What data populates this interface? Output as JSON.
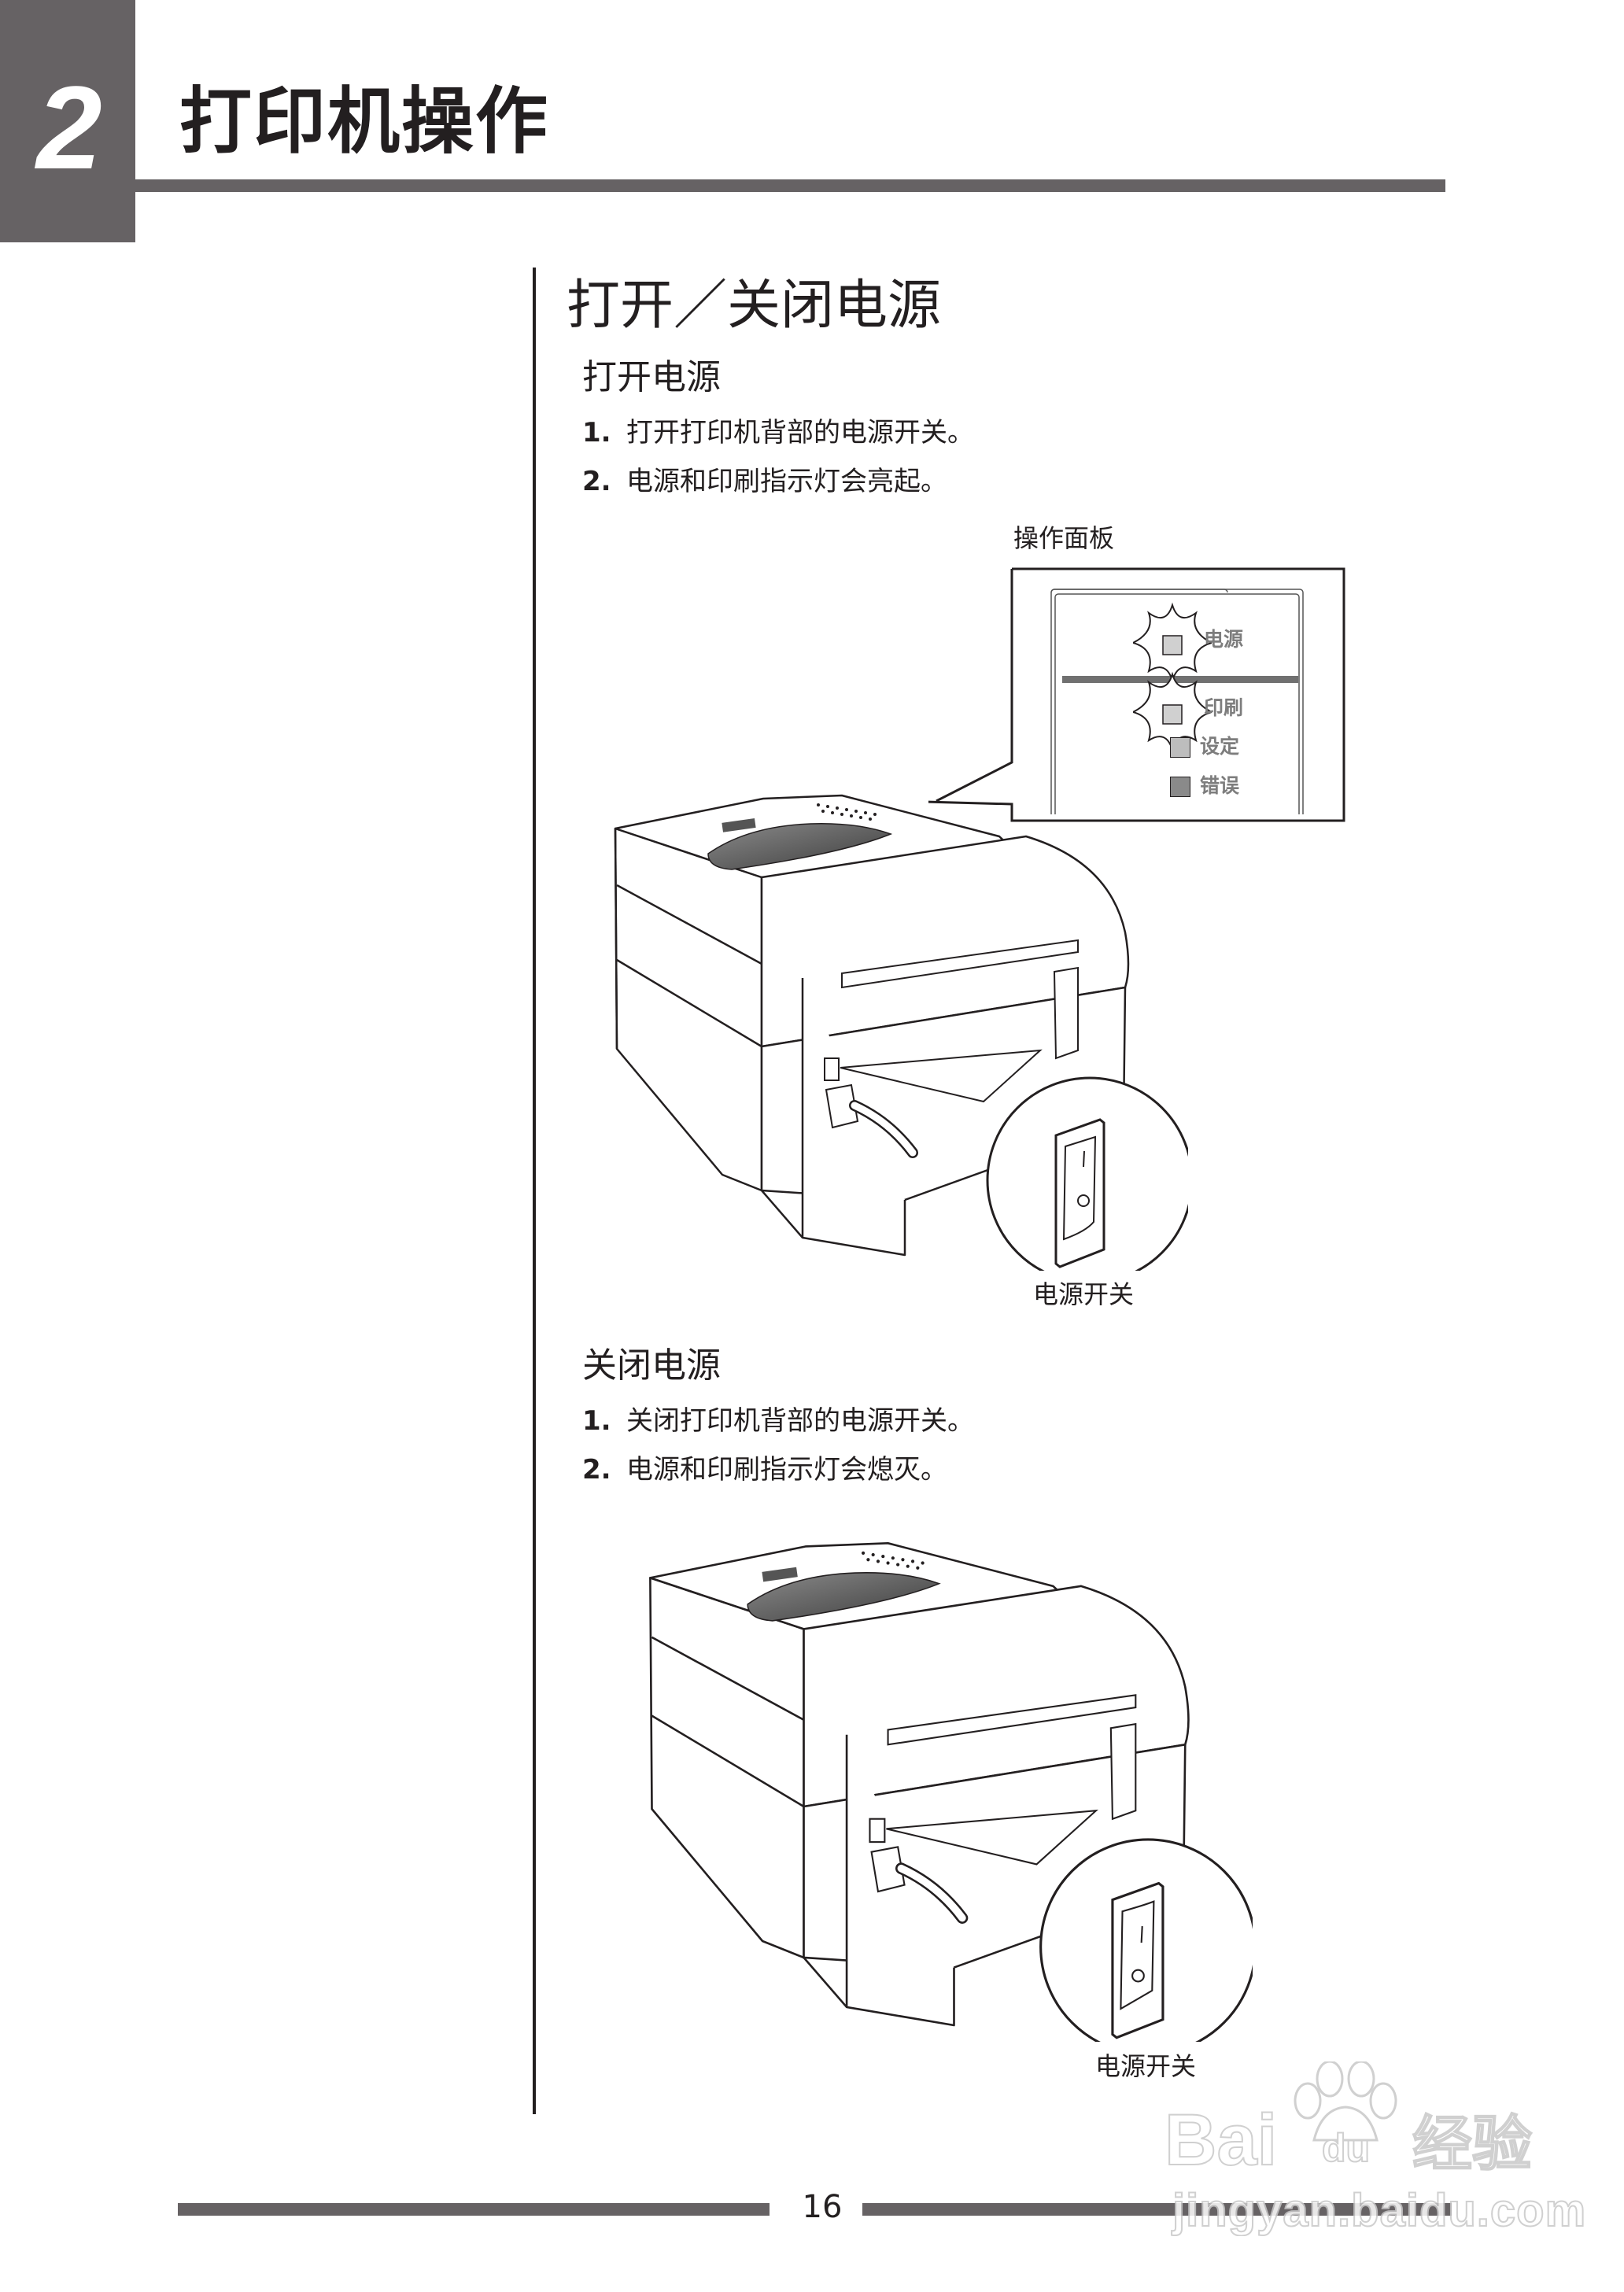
{
  "chapter": {
    "number": "2",
    "title": "打印机操作"
  },
  "section": {
    "title": "打开／关闭电源",
    "power_on": {
      "heading": "打开电源",
      "steps": [
        {
          "num": "1.",
          "text": "打开打印机背部的电源开关。"
        },
        {
          "num": "2.",
          "text": "电源和印刷指示灯会亮起。"
        }
      ],
      "figure": {
        "panel_label": "操作面板",
        "indicators": [
          {
            "label": "电源",
            "state": "lit",
            "color": "#d0d0d0"
          },
          {
            "label": "印刷",
            "state": "lit",
            "color": "#d0d0d0"
          },
          {
            "label": "设定",
            "state": "off",
            "color": "#bdbdbd"
          },
          {
            "label": "错误",
            "state": "off",
            "color": "#8a8a8a"
          }
        ],
        "switch_label": "电源开关",
        "switch_marks": {
          "on": "I",
          "off": "O"
        }
      }
    },
    "power_off": {
      "heading": "关闭电源",
      "steps": [
        {
          "num": "1.",
          "text": "关闭打印机背部的电源开关。"
        },
        {
          "num": "2.",
          "text": "电源和印刷指示灯会熄灭。"
        }
      ],
      "figure": {
        "switch_label": "电源开关",
        "switch_marks": {
          "on": "I",
          "off": "O"
        }
      }
    }
  },
  "footer": {
    "page_number": "16"
  },
  "watermark": {
    "brand": "Bai",
    "brand_paw": "du",
    "brand_cn": "经验",
    "url": "jingyan.baidu.com"
  },
  "colors": {
    "accent_gray": "#666264",
    "text": "#231f20"
  }
}
